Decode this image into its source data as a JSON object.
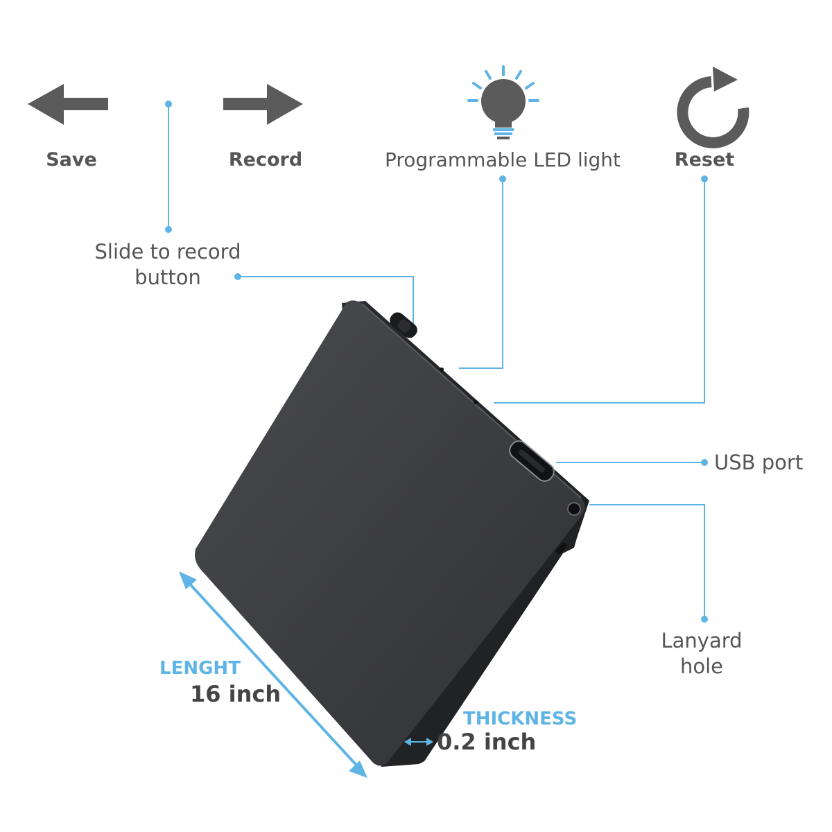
{
  "labels": {
    "save": "Save",
    "record": "Record",
    "led": "Programmable LED light",
    "reset": "Reset",
    "slide_line1": "Slide to record",
    "slide_line2": "button",
    "usb": "USB port",
    "lanyard_line1": "Lanyard",
    "lanyard_line2": "hole",
    "length_caption": "LENGHT",
    "length_value": "16 inch",
    "thickness_caption": "THICKNESS",
    "thickness_value": "0.2 inch"
  },
  "colors": {
    "accent": "#5eb4e4",
    "icon": "#5b5b5b",
    "text": "#555555",
    "device": "#3c3d40"
  },
  "icons": [
    "arrow-left-icon",
    "arrow-right-icon",
    "light-bulb-icon",
    "reset-icon",
    "double-arrow-icon"
  ]
}
